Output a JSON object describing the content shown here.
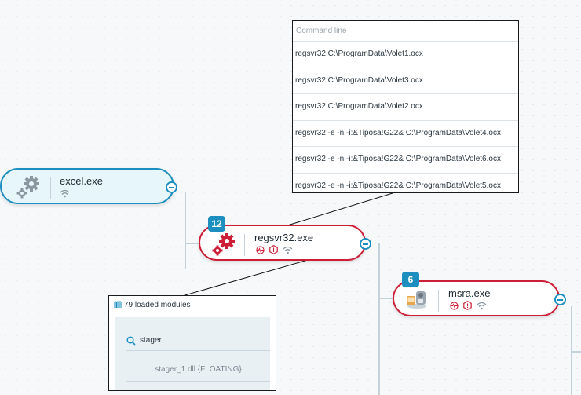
{
  "command_panel": {
    "header": "Command line",
    "rows": [
      "regsvr32 C:\\ProgramData\\Volet1.ocx",
      "regsvr32 C:\\ProgramData\\Volet3.ocx",
      "regsvr32 C:\\ProgramData\\Volet2.ocx",
      "regsvr32 -e -n -i:&Tiposa!G22& C:\\ProgramData\\Volet4.ocx",
      "regsvr32 -e -n -i:&Tiposa!G22& C:\\ProgramData\\Volet6.ocx",
      "regsvr32 -e -n -i:&Tiposa!G22& C:\\ProgramData\\Volet5.ocx"
    ]
  },
  "nodes": {
    "excel": {
      "name": "excel.exe"
    },
    "regsvr32": {
      "name": "regsvr32.exe",
      "badge": "12"
    },
    "msra": {
      "name": "msra.exe",
      "badge": "6"
    }
  },
  "modules_panel": {
    "header": "79 loaded modules",
    "search_value": "stager",
    "results": [
      "stager_1.dll {FLOATING}"
    ]
  },
  "colors": {
    "accent": "#1c8fc0",
    "malicious": "#cc1f37",
    "excel_fill": "#e6f6fb"
  },
  "icons": {
    "excel": "gears-icon",
    "regsvr32": "gears-icon",
    "msra": "remote-assistance-icon",
    "status": [
      "pulse-icon",
      "hexagon-alert-icon",
      "wifi-icon"
    ],
    "modules": "modules-icon",
    "search": "search-icon"
  }
}
